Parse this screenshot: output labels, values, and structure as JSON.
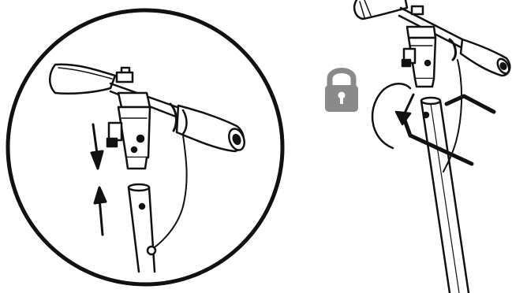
{
  "figure": {
    "type": "assembly-instruction-illustration",
    "panels": [
      {
        "id": "detail-insert",
        "content": "handlebar-into-stem",
        "arrows": [
          "down-arrow",
          "up-arrow"
        ]
      },
      {
        "id": "lock-and-tighten",
        "content": "hex-key-tighten-bolt",
        "icons": [
          "padlock-icon",
          "rotation-arrow"
        ]
      }
    ],
    "colors": {
      "stroke": "#111111",
      "padlock": "#8a8a8a",
      "background": "#ffffff"
    }
  }
}
